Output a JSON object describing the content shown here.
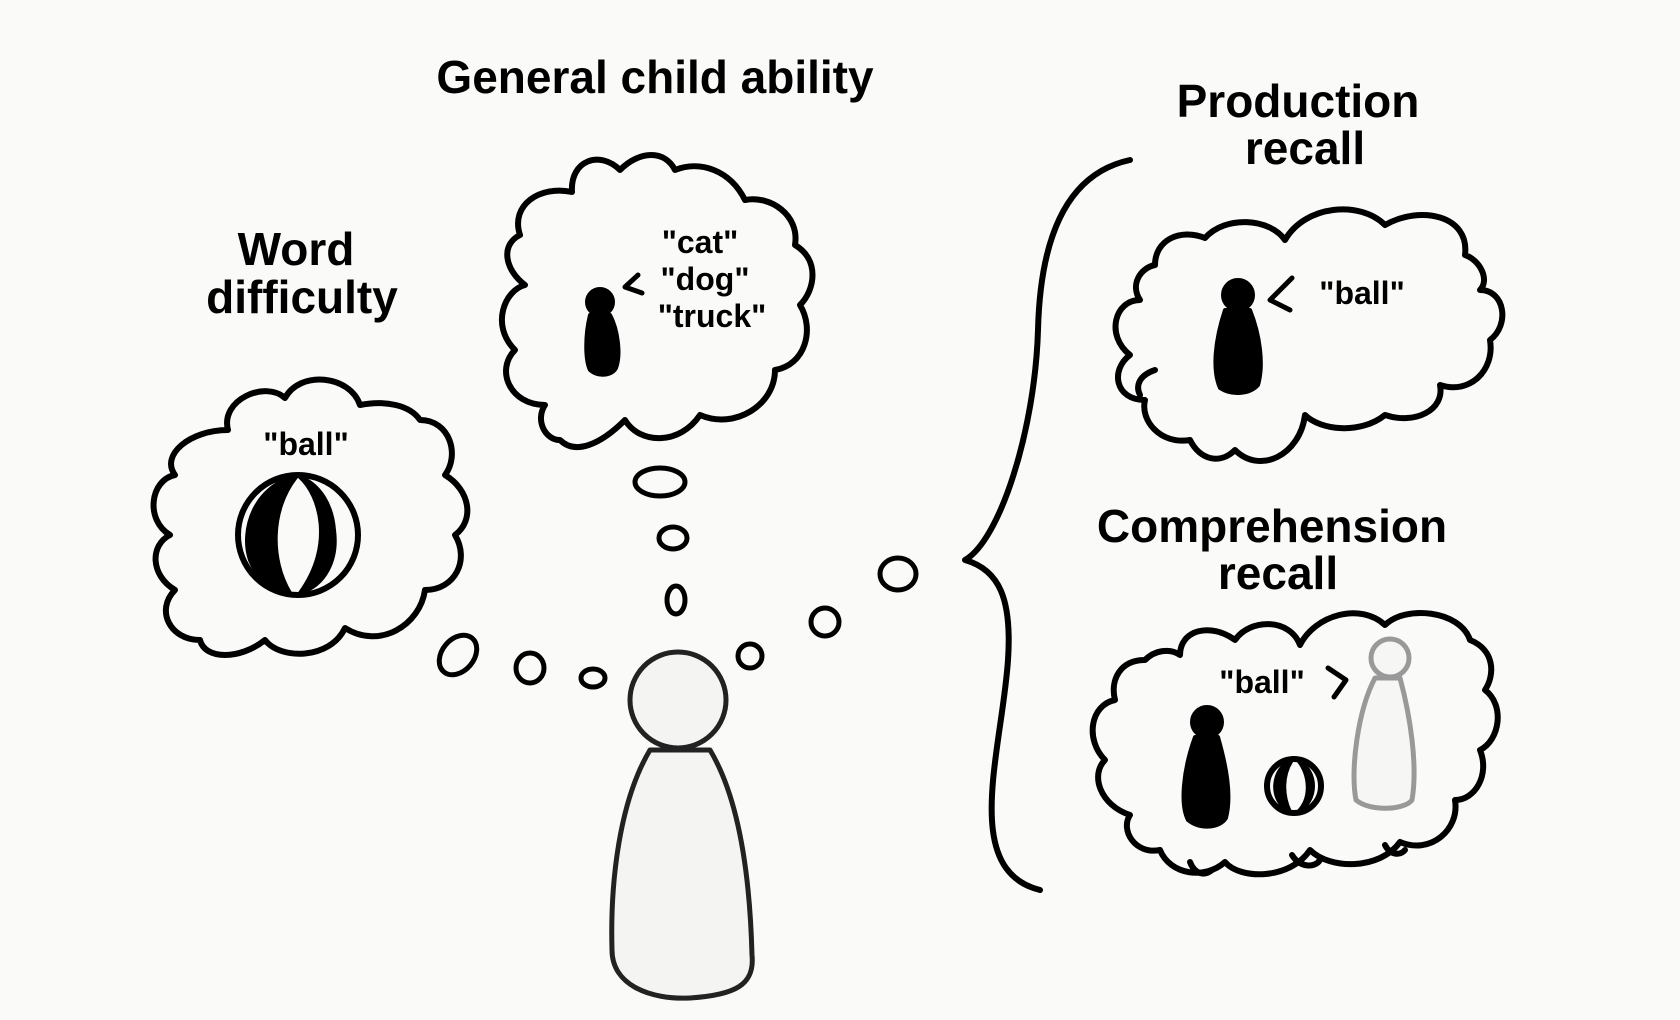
{
  "labels": {
    "general_ability": "General child ability",
    "word_difficulty_line1": "Word",
    "word_difficulty_line2": "difficulty",
    "production_line1": "Production",
    "production_line2": "recall",
    "comprehension_line1": "Comprehension",
    "comprehension_line2": "recall"
  },
  "bubbles": {
    "word_difficulty": {
      "word": "\"ball\""
    },
    "general_ability": {
      "words": [
        "\"cat\"",
        "\"dog\"",
        "\"truck\""
      ]
    },
    "production": {
      "word": "\"ball\""
    },
    "comprehension": {
      "word": "\"ball\""
    }
  }
}
